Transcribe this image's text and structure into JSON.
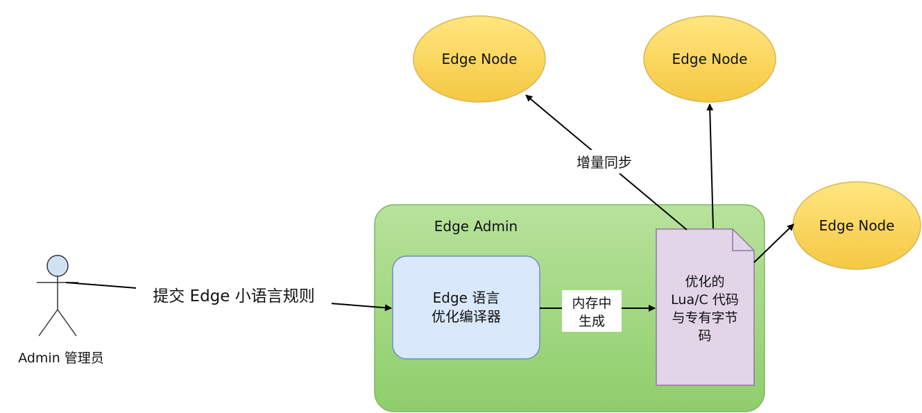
{
  "actor": {
    "label": "Admin 管理员"
  },
  "submit_edge": {
    "label": "提交 Edge 小语言规则"
  },
  "container": {
    "title": "Edge Admin"
  },
  "compiler": {
    "line1": "Edge 语言",
    "line2": "优化编译器"
  },
  "memory_edge": {
    "line1": "内存中",
    "line2": "生成"
  },
  "artifact": {
    "line1": "优化的",
    "line2": "Lua/C 代码",
    "line3": "与专有字节",
    "line4": "码"
  },
  "sync_edge": {
    "label": "增量同步"
  },
  "nodes": [
    {
      "label": "Edge Node"
    },
    {
      "label": "Edge Node"
    },
    {
      "label": "Edge Node"
    }
  ],
  "colors": {
    "container_fill": "#a8d88a",
    "container_stroke": "#82b366",
    "compiler_fill": "#dae8fc",
    "compiler_stroke": "#6c8ebf",
    "artifact_fill": "#e1d5e7",
    "artifact_stroke": "#9673a6",
    "node_fill": "#ffd966",
    "node_stroke": "#d6b656",
    "actor_fill": "#cfe2f3"
  }
}
